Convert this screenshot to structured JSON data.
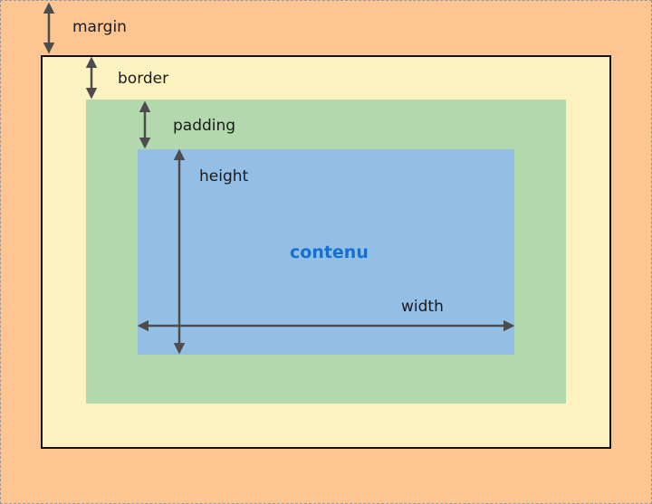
{
  "colors": {
    "margin": "#fdc591",
    "border": "#fef3c0",
    "padding": "#b3d8ad",
    "content": "#93bfe6",
    "content_text": "#1670d0",
    "arrow": "#4d4d4d"
  },
  "labels": {
    "margin": "margin",
    "border": "border",
    "padding": "padding",
    "height": "height",
    "width": "width",
    "content": "contenu"
  }
}
